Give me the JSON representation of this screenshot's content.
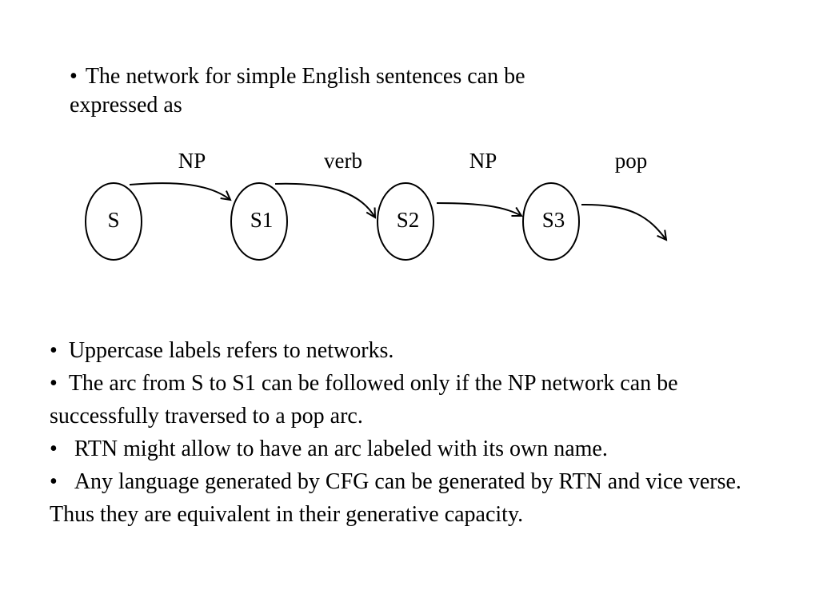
{
  "intro": {
    "bullet": "•",
    "line1": "The network for simple English sentences can be",
    "line2": "expressed as"
  },
  "diagram": {
    "nodes": [
      "S",
      "S1",
      "S2",
      "S3"
    ],
    "arcs": [
      "NP",
      "verb",
      "NP",
      "pop"
    ]
  },
  "notes": [
    {
      "bullet": "•",
      "text": "Uppercase labels refers to networks."
    },
    {
      "bullet": "•",
      "text": "The arc from S to S1 can be followed only if the NP network can be successfully traversed to a pop arc."
    },
    {
      "bullet": "•",
      "text": "RTN might allow to have an arc labeled with its own name."
    },
    {
      "bullet": "•",
      "text": "Any language generated by CFG can be generated by RTN and vice verse.  Thus they are equivalent in their generative capacity."
    }
  ]
}
